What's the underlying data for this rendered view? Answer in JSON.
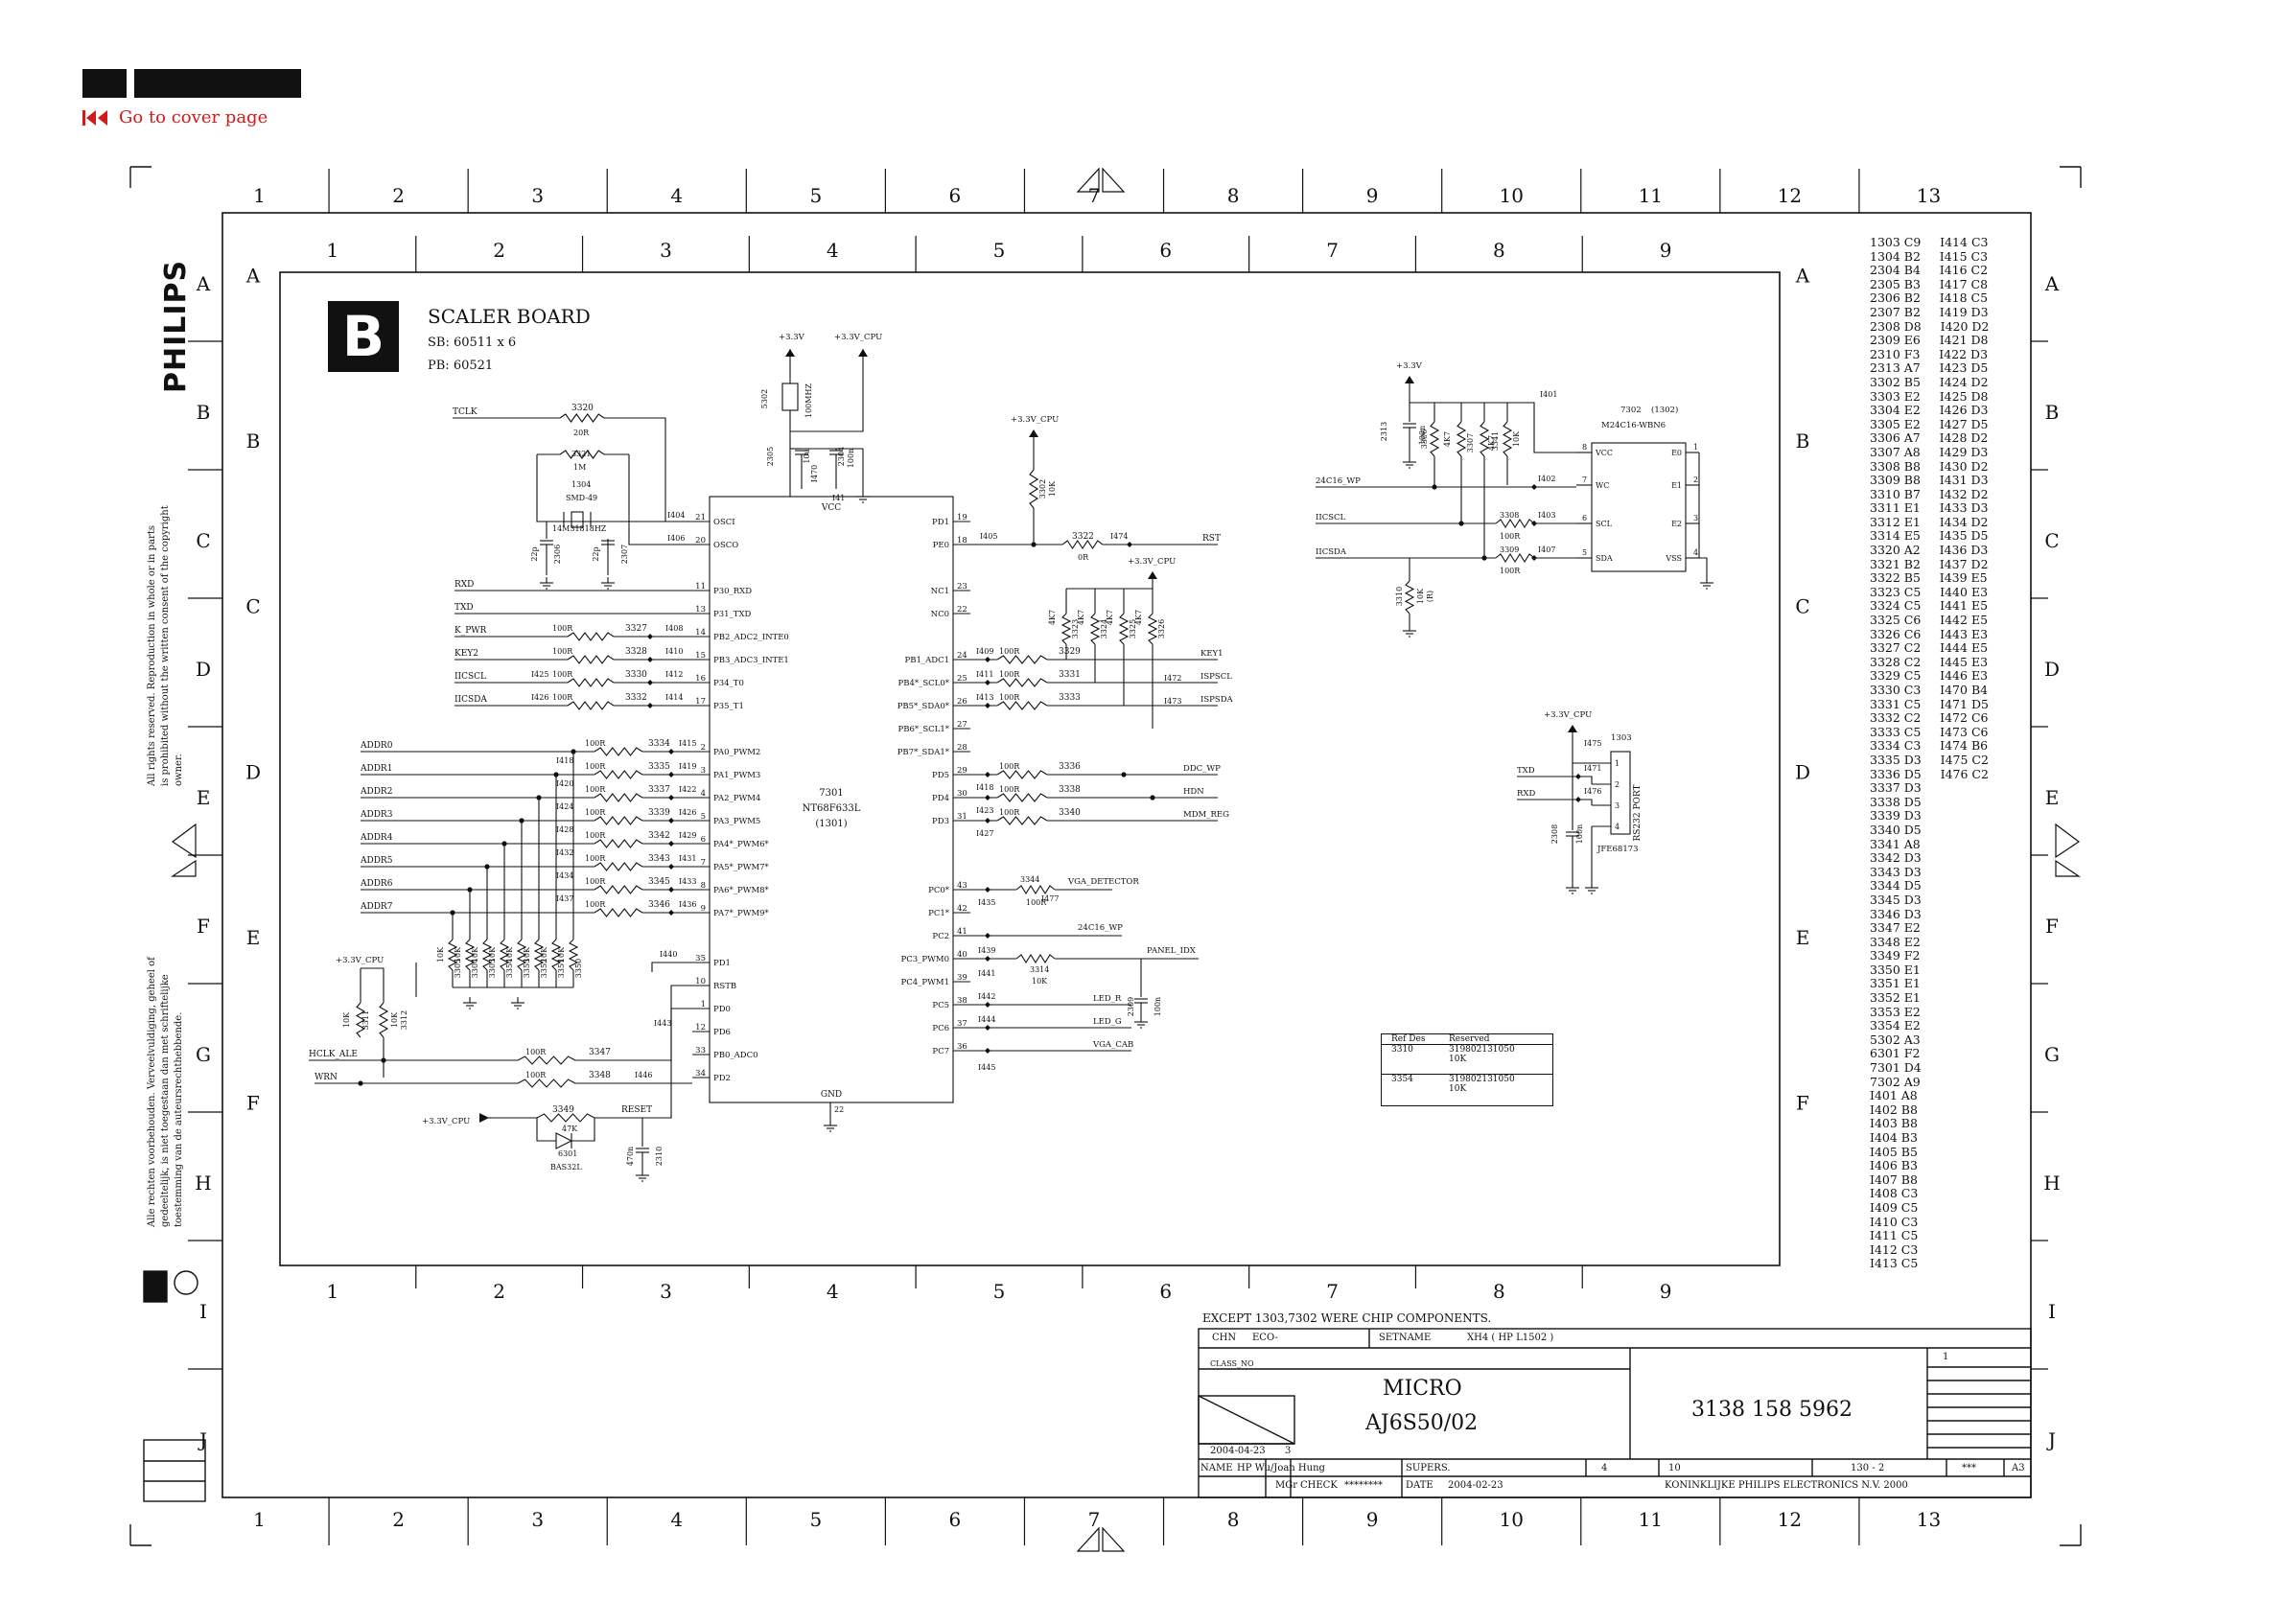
{
  "nav": {
    "cover_link": "Go to cover page"
  },
  "frame": {
    "outer_cols": [
      "1",
      "2",
      "3",
      "4",
      "5",
      "6",
      "7",
      "8",
      "9",
      "10",
      "11",
      "12",
      "13"
    ],
    "outer_rows": [
      "A",
      "B",
      "C",
      "D",
      "E",
      "F",
      "G",
      "H",
      "I",
      "J"
    ],
    "inner_cols": [
      "1",
      "2",
      "3",
      "4",
      "5",
      "6",
      "7",
      "8",
      "9"
    ],
    "inner_rows": [
      "A",
      "B",
      "C",
      "D",
      "E",
      "F"
    ]
  },
  "brand": {
    "logo": "PHILIPS"
  },
  "side_notes": {
    "copyright": "All rights reserved. Reproduction in whole or in parts\nis prohibited without the written consent of the copyright\nowner.",
    "dutch": "Alle rechten voorbehouden. Verveelvuldiging, geheel of\ngedeeltelijk, is niet toegestaan dan met schriftelijke\ntoestemming van de auteursrechthebbende."
  },
  "board": {
    "badge": "B",
    "title": "SCALER BOARD",
    "sb": "SB: 60511 x 6",
    "pb": "PB: 60521"
  },
  "mcu": {
    "ref": "7301",
    "part": "NT68F633L",
    "sub": "(1301)",
    "vcc": "VCC",
    "gnd": "GND",
    "left_pins": [
      {
        "num": "21",
        "name": "OSCI"
      },
      {
        "num": "20",
        "name": "OSCO"
      },
      {
        "num": "11",
        "name": "P30_RXD"
      },
      {
        "num": "13",
        "name": "P31_TXD"
      },
      {
        "num": "14",
        "name": "PB2_ADC2_INTE0"
      },
      {
        "num": "15",
        "name": "PB3_ADC3_INTE1"
      },
      {
        "num": "16",
        "name": "P34_T0"
      },
      {
        "num": "17",
        "name": "P35_T1"
      },
      {
        "num": "2",
        "name": "PA0_PWM2"
      },
      {
        "num": "3",
        "name": "PA1_PWM3"
      },
      {
        "num": "4",
        "name": "PA2_PWM4"
      },
      {
        "num": "5",
        "name": "PA3_PWM5"
      },
      {
        "num": "6",
        "name": "PA4*_PWM6*"
      },
      {
        "num": "7",
        "name": "PA5*_PWM7*"
      },
      {
        "num": "8",
        "name": "PA6*_PWM8*"
      },
      {
        "num": "9",
        "name": "PA7*_PWM9*"
      },
      {
        "num": "35",
        "name": "PD1"
      },
      {
        "num": "10",
        "name": "RSTB"
      },
      {
        "num": "1",
        "name": "PD0"
      },
      {
        "num": "12",
        "name": "PD6"
      },
      {
        "num": "33",
        "name": "PB0_ADC0"
      },
      {
        "num": "34",
        "name": "PD2"
      }
    ],
    "right_pins": [
      {
        "num": "19",
        "name": "PD1"
      },
      {
        "num": "18",
        "name": "PE0"
      },
      {
        "num": "23",
        "name": "NC1"
      },
      {
        "num": "22",
        "name": "NC0"
      },
      {
        "num": "24",
        "name": "PB1_ADC1"
      },
      {
        "num": "25",
        "name": "PB4*_SCL0*"
      },
      {
        "num": "26",
        "name": "PB5*_SDA0*"
      },
      {
        "num": "27",
        "name": "PB6*_SCL1*"
      },
      {
        "num": "28",
        "name": "PB7*_SDA1*"
      },
      {
        "num": "29",
        "name": "PD5"
      },
      {
        "num": "30",
        "name": "PD4"
      },
      {
        "num": "31",
        "name": "PD3"
      },
      {
        "num": "43",
        "name": "PC0*"
      },
      {
        "num": "42",
        "name": "PC1*"
      },
      {
        "num": "41",
        "name": "PC2"
      },
      {
        "num": "40",
        "name": "PC3_PWM0"
      },
      {
        "num": "39",
        "name": "PC4_PWM1"
      },
      {
        "num": "38",
        "name": "PC5"
      },
      {
        "num": "37",
        "name": "PC6"
      },
      {
        "num": "36",
        "name": "PC7"
      }
    ]
  },
  "signals": {
    "left_nets": [
      "RXD",
      "TXD",
      "K_PWR",
      "KEY2",
      "IICSCL",
      "IICSDA"
    ],
    "addr_nets": [
      "ADDR0",
      "ADDR1",
      "ADDR2",
      "ADDR3",
      "ADDR4",
      "ADDR5",
      "ADDR6",
      "ADDR7"
    ],
    "right_nets": [
      "RST",
      "KEY1",
      "ISPSCL",
      "ISPSDA",
      "DDC_WP",
      "HDN",
      "MDM_REG",
      "VGA_DETECTOR",
      "24C16_WP",
      "PANEL_IDX",
      "LED_R",
      "LED_G",
      "VGA_CAB"
    ],
    "bottom_nets": [
      "HCLK_ALE",
      "WRN",
      "RESET"
    ],
    "power": [
      "+3.3V",
      "+3.3V_CPU"
    ],
    "tclk": "TCLK"
  },
  "eeprom": {
    "ref": "7302",
    "sub": "(1302)",
    "part": "M24C16-WBN6",
    "pins_left": [
      "VCC",
      "WC",
      "SCL",
      "SDA"
    ],
    "pins_right": [
      "E0",
      "E1",
      "E2",
      "VSS"
    ],
    "nets": [
      "24C16_WP",
      "IICSCL",
      "IICSDA"
    ]
  },
  "connector": {
    "ref": "1303",
    "label": "RS232 PORT",
    "part": "JFE68173",
    "nets": [
      "TXD",
      "RXD"
    ],
    "power": "+3.3V_CPU"
  },
  "reserved_table": {
    "headers": [
      "Ref Des",
      "Reserved"
    ],
    "rows": [
      {
        "ref": "3310",
        "value": "319802131050\n10K"
      },
      {
        "ref": "3354",
        "value": "319802131050\n10K"
      }
    ]
  },
  "title_block": {
    "note": "EXCEPT 1303,7302  WERE CHIP COMPONENTS.",
    "chn": "CHN",
    "eco": "ECO-",
    "setname_label": "SETNAME",
    "setname": "XH4 ( HP L1502 )",
    "class_no": "CLASS_NO",
    "title1": "MICRO",
    "title2": "AJ6S50/02",
    "doc_no": "3138 158 5962",
    "date1": "2004-04-23",
    "date1_idx": "3",
    "name_label": "NAME",
    "name": "HP Wu/Joan Hung",
    "supers": "SUPERS.",
    "mgr": "MGr",
    "check": "CHECK",
    "check_val": "********",
    "date_label": "DATE",
    "date2": "2004-02-23",
    "col4": "4",
    "col10": "10",
    "sheet": "130 - 2",
    "stars": "***",
    "size": "A3",
    "sheet_idx": "1",
    "company": "KONINKLIJKE PHILIPS ELECTRONICS N.V.  2000"
  },
  "index_list": [
    [
      "1303",
      "C9",
      "I414",
      "C3"
    ],
    [
      "1304",
      "B2",
      "I415",
      "C3"
    ],
    [
      "2304",
      "B4",
      "I416",
      "C2"
    ],
    [
      "2305",
      "B3",
      "I417",
      "C8"
    ],
    [
      "2306",
      "B2",
      "I418",
      "C5"
    ],
    [
      "2307",
      "B2",
      "I419",
      "D3"
    ],
    [
      "2308",
      "D8",
      "I420",
      "D2"
    ],
    [
      "2309",
      "E6",
      "I421",
      "D8"
    ],
    [
      "2310",
      "F3",
      "I422",
      "D3"
    ],
    [
      "2313",
      "A7",
      "I423",
      "D5"
    ],
    [
      "3302",
      "B5",
      "I424",
      "D2"
    ],
    [
      "3303",
      "E2",
      "I425",
      "D8"
    ],
    [
      "3304",
      "E2",
      "I426",
      "D3"
    ],
    [
      "3305",
      "E2",
      "I427",
      "D5"
    ],
    [
      "3306",
      "A7",
      "I428",
      "D2"
    ],
    [
      "3307",
      "A8",
      "I429",
      "D3"
    ],
    [
      "3308",
      "B8",
      "I430",
      "D2"
    ],
    [
      "3309",
      "B8",
      "I431",
      "D3"
    ],
    [
      "3310",
      "B7",
      "I432",
      "D2"
    ],
    [
      "3311",
      "E1",
      "I433",
      "D3"
    ],
    [
      "3312",
      "E1",
      "I434",
      "D2"
    ],
    [
      "3314",
      "E5",
      "I435",
      "D5"
    ],
    [
      "3320",
      "A2",
      "I436",
      "D3"
    ],
    [
      "3321",
      "B2",
      "I437",
      "D2"
    ],
    [
      "3322",
      "B5",
      "I439",
      "E5"
    ],
    [
      "3323",
      "C5",
      "I440",
      "E3"
    ],
    [
      "3324",
      "C5",
      "I441",
      "E5"
    ],
    [
      "3325",
      "C6",
      "I442",
      "E5"
    ],
    [
      "3326",
      "C6",
      "I443",
      "E3"
    ],
    [
      "3327",
      "C2",
      "I444",
      "E5"
    ],
    [
      "3328",
      "C2",
      "I445",
      "E3"
    ],
    [
      "3329",
      "C5",
      "I446",
      "E3"
    ],
    [
      "3330",
      "C3",
      "I470",
      "B4"
    ],
    [
      "3331",
      "C5",
      "I471",
      "D5"
    ],
    [
      "3332",
      "C2",
      "I472",
      "C6"
    ],
    [
      "3333",
      "C5",
      "I473",
      "C6"
    ],
    [
      "3334",
      "C3",
      "I474",
      "B6"
    ],
    [
      "3335",
      "D3",
      "I475",
      "C2"
    ],
    [
      "3336",
      "D5",
      "I476",
      "C2"
    ],
    [
      "3337",
      "D3",
      "",
      ""
    ],
    [
      "3338",
      "D5",
      "",
      ""
    ],
    [
      "3339",
      "D3",
      "",
      ""
    ],
    [
      "3340",
      "D5",
      "",
      ""
    ],
    [
      "3341",
      "A8",
      "",
      ""
    ],
    [
      "3342",
      "D3",
      "",
      ""
    ],
    [
      "3343",
      "D3",
      "",
      ""
    ],
    [
      "3344",
      "D5",
      "",
      ""
    ],
    [
      "3345",
      "D3",
      "",
      ""
    ],
    [
      "3346",
      "D3",
      "",
      ""
    ],
    [
      "3347",
      "E2",
      "",
      ""
    ],
    [
      "3348",
      "E2",
      "",
      ""
    ],
    [
      "3349",
      "F2",
      "",
      ""
    ],
    [
      "3350",
      "E1",
      "",
      ""
    ],
    [
      "3351",
      "E1",
      "",
      ""
    ],
    [
      "3352",
      "E1",
      "",
      ""
    ],
    [
      "3353",
      "E2",
      "",
      ""
    ],
    [
      "3354",
      "E2",
      "",
      ""
    ],
    [
      "5302",
      "A3",
      "",
      ""
    ],
    [
      "6301",
      "F2",
      "",
      ""
    ],
    [
      "7301",
      "D4",
      "",
      ""
    ],
    [
      "7302",
      "A9",
      "",
      ""
    ],
    [
      "I401",
      "A8",
      "",
      ""
    ],
    [
      "I402",
      "B8",
      "",
      ""
    ],
    [
      "I403",
      "B8",
      "",
      ""
    ],
    [
      "I404",
      "B3",
      "",
      ""
    ],
    [
      "I405",
      "B5",
      "",
      ""
    ],
    [
      "I406",
      "B3",
      "",
      ""
    ],
    [
      "I407",
      "B8",
      "",
      ""
    ],
    [
      "I408",
      "C3",
      "",
      ""
    ],
    [
      "I409",
      "C5",
      "",
      ""
    ],
    [
      "I410",
      "C3",
      "",
      ""
    ],
    [
      "I411",
      "C5",
      "",
      ""
    ],
    [
      "I412",
      "C3",
      "",
      ""
    ],
    [
      "I413",
      "C5",
      "",
      ""
    ]
  ]
}
